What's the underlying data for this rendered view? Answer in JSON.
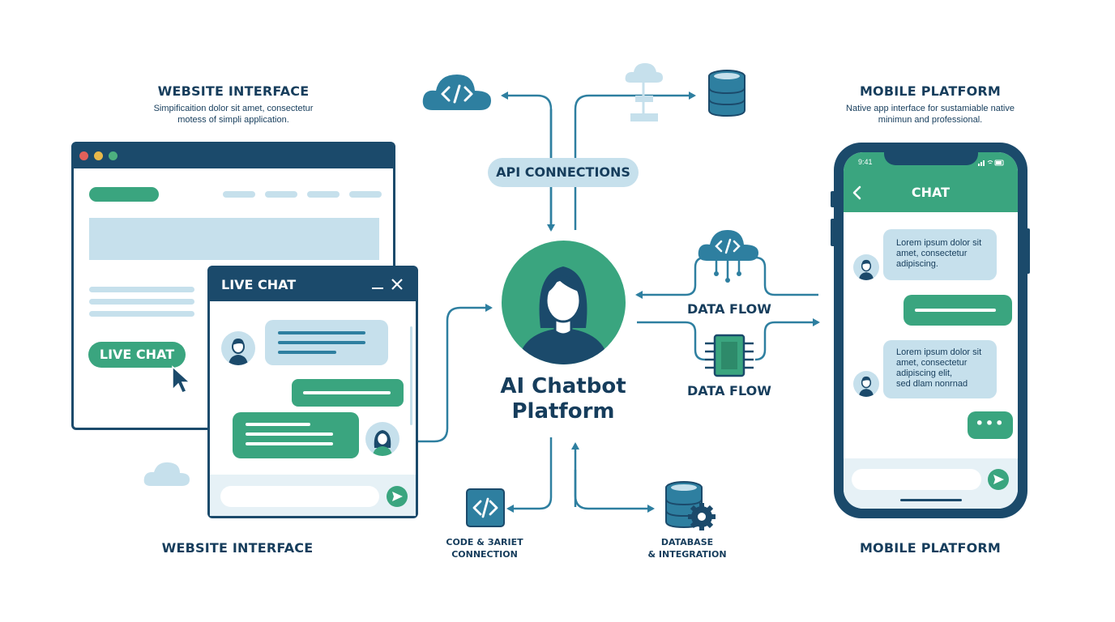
{
  "left": {
    "title": "WEBSITE INTERFACE",
    "subtitle_line1": "Simpificaition dolor sit amet, consectetur",
    "subtitle_line2": "motess of simpli application.",
    "live_chat_button": "LIVE CHAT",
    "chat_window_title": "LIVE CHAT",
    "bottom_label": "WEBSITE INTERFACE"
  },
  "center": {
    "api_label": "API CONNECTIONS",
    "platform_line1": "AI Chatbot",
    "platform_line2": "Platform",
    "code_label_line1": "CODE & ЗARIET",
    "code_label_line2": "CONNECTION",
    "db_label_line1": "DATABASE",
    "db_label_line2": "& INTEGRATION",
    "data_flow_top": "DATA FLOW",
    "data_flow_bottom": "DATA FLOW"
  },
  "right": {
    "title": "MOBILE PLATFORM",
    "subtitle_line1": "Native app interface for sustamiable native",
    "subtitle_line2": "minimun and professional.",
    "status_time": "9:41",
    "chat_header": "CHAT",
    "msg1_line1": "Lorem ipsum dolor sit",
    "msg1_line2": "amet, consectetur",
    "msg1_line3": "adipiscing.",
    "msg2_line1": "Lorem ipsum dolor sit",
    "msg2_line2": "amet, consectetur",
    "msg2_line3": "adipiscing elit,",
    "msg2_line4": "sed dlam nonrnad",
    "typing": "•••",
    "bottom_label": "MOBILE PLATFORM"
  },
  "colors": {
    "navy": "#1b4a6b",
    "teal": "#2e9dae",
    "green": "#3aa57f",
    "light_blue": "#c6e0ec",
    "pale": "#e6f1f6"
  }
}
